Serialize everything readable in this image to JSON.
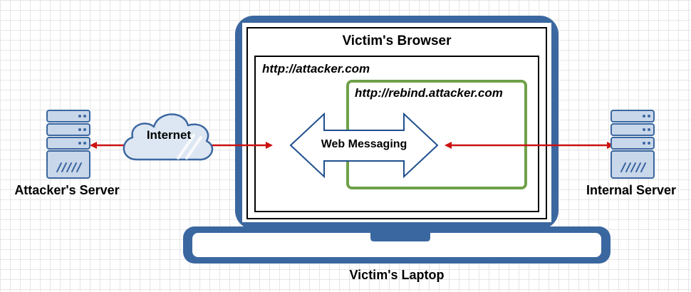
{
  "browser_title": "Victim's Browser",
  "attacker_origin": "http://attacker.com",
  "rebind_origin": "http://rebind.attacker.com",
  "web_messaging": "Web Messaging",
  "internet": "Internet",
  "attacker_server": "Attacker's Server",
  "internal_server": "Internal Server",
  "laptop": "Victim's Laptop",
  "colors": {
    "laptop_blue": "#3b67a0",
    "frame_green": "#6fa14a",
    "arrow_red": "#cc1111",
    "messaging_blue": "#1f4f8f",
    "server_fill": "#c9d7ea",
    "cloud_fill": "#dde7f3"
  }
}
